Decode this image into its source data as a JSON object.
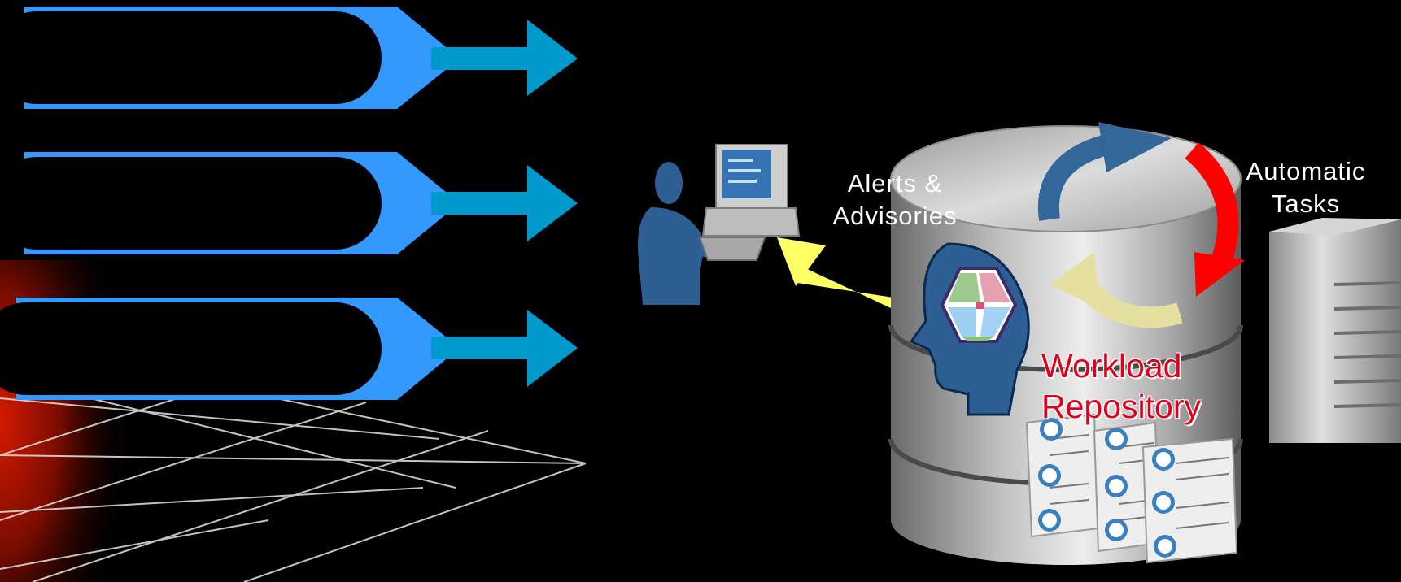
{
  "labels": {
    "alerts_line1": "Alerts &",
    "alerts_line2": "Advisories",
    "automatic_line1": "Automatic",
    "automatic_line2": "Tasks",
    "repository_line1": "Workload",
    "repository_line2": "Repository"
  },
  "pill_items": [
    {
      "text": ""
    },
    {
      "text": ""
    },
    {
      "text": ""
    }
  ],
  "colors": {
    "background": "#000000",
    "pill_blue": "#3399ff",
    "arrow_cyan": "#0099cc",
    "alert_arrow": "#ffff66",
    "cycle_blue": "#336699",
    "cycle_red": "#ff0000",
    "cycle_yellow": "#e6e0a0",
    "repository_text": "#e0001a"
  },
  "icons": [
    "user-at-computer-icon",
    "database-cylinder-icon",
    "server-tower-icon",
    "brain-head-icon",
    "clock-documents-icon"
  ]
}
